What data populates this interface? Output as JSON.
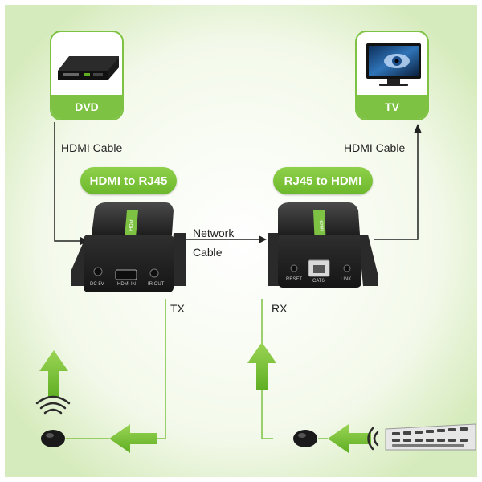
{
  "devices": {
    "source": {
      "label": "DVD",
      "icon": "dvd-player-icon"
    },
    "display": {
      "label": "TV",
      "icon": "tv-icon"
    }
  },
  "labels": {
    "hdmi_cable_left": "HDMI Cable",
    "hdmi_cable_right": "HDMI Cable",
    "network_cable_line1": "Network",
    "network_cable_line2": "Cable",
    "tx": "TX",
    "rx": "RX"
  },
  "converters": {
    "transmitter": {
      "title": "HDMI to RJ45",
      "port_labels": [
        "DC 5V",
        "HDMI IN",
        "IR OUT"
      ],
      "brand": "HDMI"
    },
    "receiver": {
      "title": "RJ45 to HDMI",
      "port_labels": [
        "RESET",
        "CAT6",
        "LINK"
      ],
      "brand": "HDMI"
    }
  },
  "colors": {
    "accent_green": "#7dc242",
    "panel_green": "#e8f4d8",
    "line": "#7dc242",
    "text": "#222222",
    "device_body": "#2b2b2b"
  }
}
